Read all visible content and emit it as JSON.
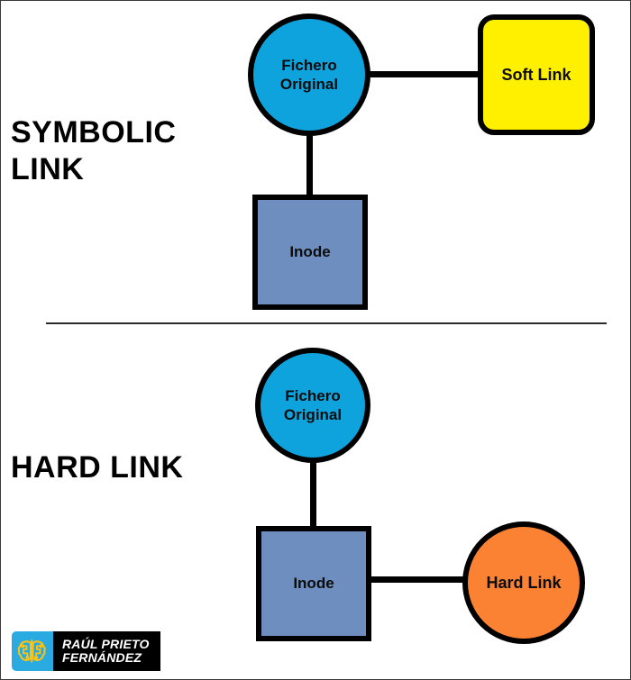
{
  "diagram": {
    "title_symbolic": "SYMBOLIC\nLINK",
    "title_hard": "HARD LINK",
    "sections": [
      {
        "id": "symbolic-link",
        "label": "SYMBOLIC LINK",
        "nodes": [
          {
            "id": "file-circle-top",
            "label": "Fichero\nOriginal",
            "shape": "circle",
            "color": "#0FA3DE"
          },
          {
            "id": "softlink-box",
            "label": "Soft Link",
            "shape": "rounded",
            "color": "#FFF000"
          },
          {
            "id": "inode-box-top",
            "label": "Inode",
            "shape": "square",
            "color": "#6D8EBF"
          }
        ],
        "edges": [
          {
            "from": "file-circle-top",
            "to": "softlink-box",
            "orientation": "horizontal"
          },
          {
            "from": "file-circle-top",
            "to": "inode-box-top",
            "orientation": "vertical"
          }
        ]
      },
      {
        "id": "hard-link",
        "label": "HARD LINK",
        "nodes": [
          {
            "id": "file-circle-bottom",
            "label": "Fichero\nOriginal",
            "shape": "circle",
            "color": "#0FA3DE"
          },
          {
            "id": "inode-box-bottom",
            "label": "Inode",
            "shape": "square",
            "color": "#6D8EBF"
          },
          {
            "id": "hardlink-circle",
            "label": "Hard Link",
            "shape": "circle",
            "color": "#FA8232"
          }
        ],
        "edges": [
          {
            "from": "file-circle-bottom",
            "to": "inode-box-bottom",
            "orientation": "vertical"
          },
          {
            "from": "inode-box-bottom",
            "to": "hardlink-circle",
            "orientation": "horizontal"
          }
        ]
      }
    ],
    "node_labels": {
      "fichero_original_top": "Fichero\nOriginal",
      "soft_link": "Soft Link",
      "inode_top": "Inode",
      "fichero_original_bottom": "Fichero\nOriginal",
      "inode_bottom": "Inode",
      "hard_link": "Hard Link"
    },
    "colors": {
      "file_blue": "#0FA3DE",
      "soft_link_yellow": "#FFF000",
      "inode_blue_gray": "#6D8EBF",
      "hard_link_orange": "#FA8232",
      "outline_black": "#000000",
      "divider_gray": "#2B2B2B",
      "background": "#FFFFFF"
    }
  },
  "branding": {
    "name": "RAÚL PRIETO\nFERNÁNDEZ",
    "mark_icon": "brain-circuit-icon",
    "mark_bg": "#29ABE2",
    "mark_fg": "#FFC20E",
    "plate_bg": "#000000",
    "plate_fg": "#FFFFFF"
  }
}
